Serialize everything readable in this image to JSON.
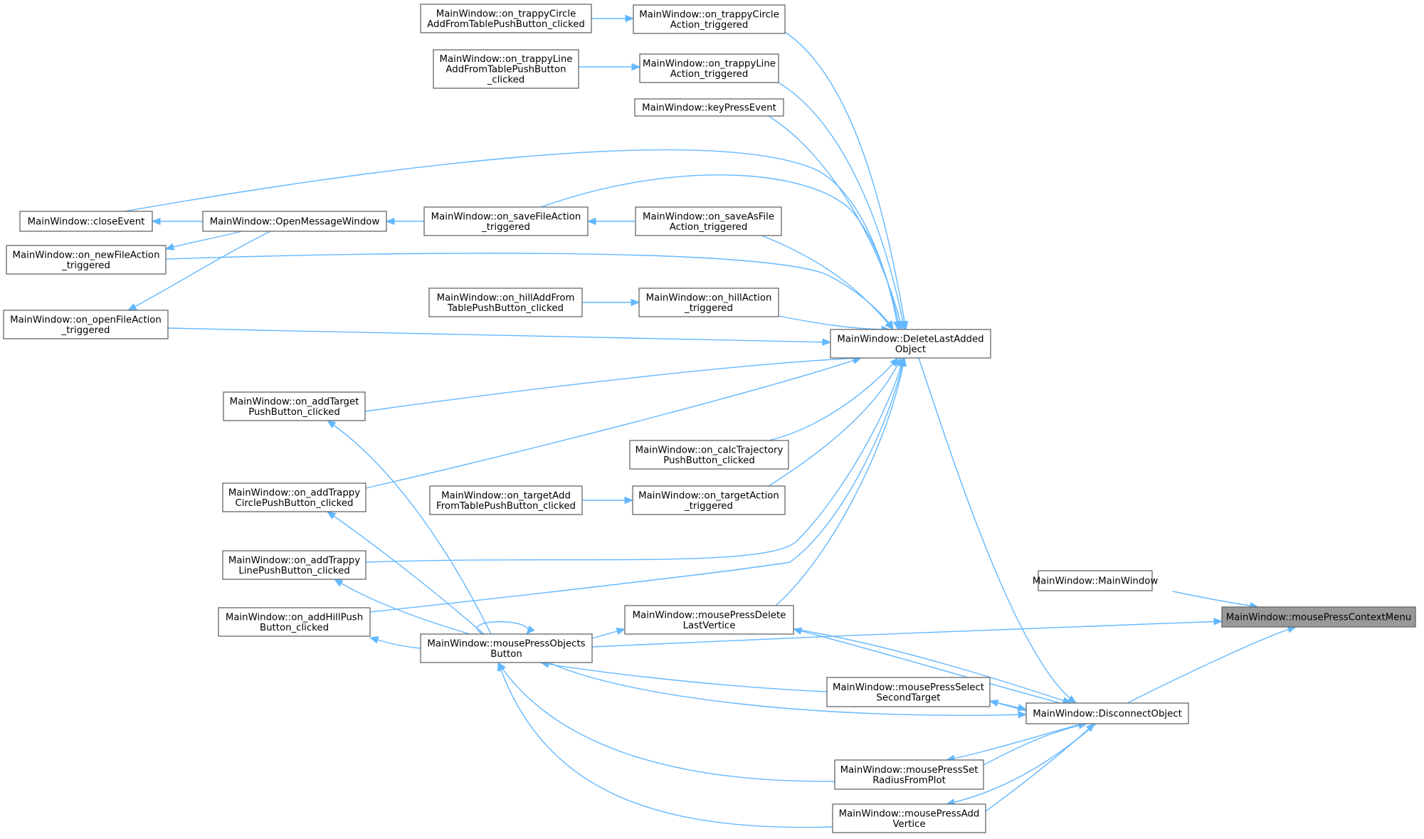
{
  "colors": {
    "edge": "#63b8ff",
    "node_border": "#666666",
    "node_fill": "#ffffff",
    "highlight_fill": "#999999"
  },
  "nodes": {
    "ctx": {
      "lines": [
        "MainWindow::mousePressContextMenu"
      ],
      "highlight": true
    },
    "mainwin": {
      "lines": [
        "MainWindow::MainWindow"
      ]
    },
    "disconnect": {
      "lines": [
        "MainWindow::DisconnectObject"
      ]
    },
    "delete": {
      "lines": [
        "MainWindow::DeleteLastAdded",
        "Object"
      ]
    },
    "mpDelete": {
      "lines": [
        "MainWindow::mousePressDelete",
        "LastVertice"
      ]
    },
    "mpObjects": {
      "lines": [
        "MainWindow::mousePressObjects",
        "Button"
      ]
    },
    "mpSelect": {
      "lines": [
        "MainWindow::mousePressSelect",
        "SecondTarget"
      ]
    },
    "mpSetRad": {
      "lines": [
        "MainWindow::mousePressSet",
        "RadiusFromPlot"
      ]
    },
    "mpAdd": {
      "lines": [
        "MainWindow::mousePressAdd",
        "Vertice"
      ]
    },
    "tcAction": {
      "lines": [
        "MainWindow::on_trappyCircle",
        "Action_triggered"
      ]
    },
    "tcAdd": {
      "lines": [
        "MainWindow::on_trappyCircle",
        "AddFromTablePushButton_clicked"
      ]
    },
    "tlAction": {
      "lines": [
        "MainWindow::on_trappyLine",
        "Action_triggered"
      ]
    },
    "tlAdd": {
      "lines": [
        "MainWindow::on_trappyLine",
        "AddFromTablePushButton",
        "_clicked"
      ]
    },
    "keyPress": {
      "lines": [
        "MainWindow::keyPressEvent"
      ]
    },
    "closeEv": {
      "lines": [
        "MainWindow::closeEvent"
      ]
    },
    "openMsg": {
      "lines": [
        "MainWindow::OpenMessageWindow"
      ]
    },
    "saveFile": {
      "lines": [
        "MainWindow::on_saveFileAction",
        "_triggered"
      ]
    },
    "saveAs": {
      "lines": [
        "MainWindow::on_saveAsFile",
        "Action_triggered"
      ]
    },
    "newFile": {
      "lines": [
        "MainWindow::on_newFileAction",
        "_triggered"
      ]
    },
    "openFile": {
      "lines": [
        "MainWindow::on_openFileAction",
        "_triggered"
      ]
    },
    "hillAdd": {
      "lines": [
        "MainWindow::on_hillAddFrom",
        "TablePushButton_clicked"
      ]
    },
    "hillAction": {
      "lines": [
        "MainWindow::on_hillAction",
        "_triggered"
      ]
    },
    "addTarget": {
      "lines": [
        "MainWindow::on_addTarget",
        "PushButton_clicked"
      ]
    },
    "calcTraj": {
      "lines": [
        "MainWindow::on_calcTrajectory",
        "PushButton_clicked"
      ]
    },
    "addTrC": {
      "lines": [
        "MainWindow::on_addTrappy",
        "CirclePushButton_clicked"
      ]
    },
    "targetAdd": {
      "lines": [
        "MainWindow::on_targetAdd",
        "FromTablePushButton_clicked"
      ]
    },
    "targetAct": {
      "lines": [
        "MainWindow::on_targetAction",
        "_triggered"
      ]
    },
    "addTrL": {
      "lines": [
        "MainWindow::on_addTrappy",
        "LinePushButton_clicked"
      ]
    },
    "addHill": {
      "lines": [
        "MainWindow::on_addHillPush",
        "Button_clicked"
      ]
    }
  },
  "edges": [
    [
      "mainwin",
      "ctx"
    ],
    [
      "disconnect",
      "ctx"
    ],
    [
      "mpObjects",
      "ctx"
    ],
    [
      "delete",
      "disconnect"
    ],
    [
      "mpDelete",
      "disconnect"
    ],
    [
      "mpObjects",
      "disconnect"
    ],
    [
      "mpSelect",
      "disconnect"
    ],
    [
      "mpSetRad",
      "disconnect"
    ],
    [
      "mpAdd",
      "disconnect"
    ],
    [
      "tcAction",
      "delete"
    ],
    [
      "tlAction",
      "delete"
    ],
    [
      "keyPress",
      "delete"
    ],
    [
      "closeEv",
      "delete"
    ],
    [
      "saveFile",
      "delete"
    ],
    [
      "saveAs",
      "delete"
    ],
    [
      "newFile",
      "delete"
    ],
    [
      "hillAction",
      "delete"
    ],
    [
      "openFile",
      "delete"
    ],
    [
      "addTarget",
      "delete"
    ],
    [
      "addTrC",
      "delete"
    ],
    [
      "calcTraj",
      "delete"
    ],
    [
      "targetAct",
      "delete"
    ],
    [
      "addTrL",
      "delete"
    ],
    [
      "addHill",
      "delete"
    ],
    [
      "mpDelete",
      "delete"
    ],
    [
      "tcAdd",
      "tcAction"
    ],
    [
      "tlAdd",
      "tlAction"
    ],
    [
      "openMsg",
      "closeEv"
    ],
    [
      "openMsg",
      "newFile"
    ],
    [
      "openMsg",
      "openFile"
    ],
    [
      "saveFile",
      "openMsg"
    ],
    [
      "saveAs",
      "saveFile"
    ],
    [
      "hillAdd",
      "hillAction"
    ],
    [
      "targetAdd",
      "targetAct"
    ],
    [
      "mpObjects",
      "mpDelete"
    ],
    [
      "mpObjects",
      "addTarget"
    ],
    [
      "mpObjects",
      "addTrC"
    ],
    [
      "mpObjects",
      "addTrL"
    ],
    [
      "mpObjects",
      "addHill"
    ],
    [
      "mpObjects",
      "mpObjects"
    ],
    [
      "mpSelect",
      "mpObjects"
    ],
    [
      "mpSetRad",
      "mpObjects"
    ],
    [
      "mpAdd",
      "mpObjects"
    ],
    [
      "disconnect",
      "mpDelete"
    ],
    [
      "disconnect",
      "mpSelect"
    ],
    [
      "disconnect",
      "mpSetRad"
    ],
    [
      "disconnect",
      "mpAdd"
    ]
  ]
}
